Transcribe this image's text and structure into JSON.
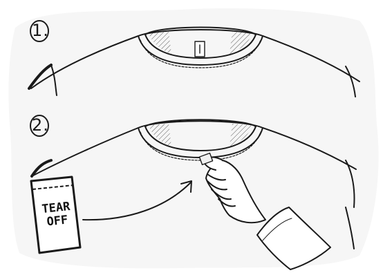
{
  "steps": [
    {
      "label": "1."
    },
    {
      "label": "2."
    }
  ],
  "tag": {
    "line1": "TEAR",
    "line2": "OFF"
  },
  "colors": {
    "ink": "#1a1a1a",
    "paper": "#ffffff",
    "shadow": "#ececec"
  }
}
